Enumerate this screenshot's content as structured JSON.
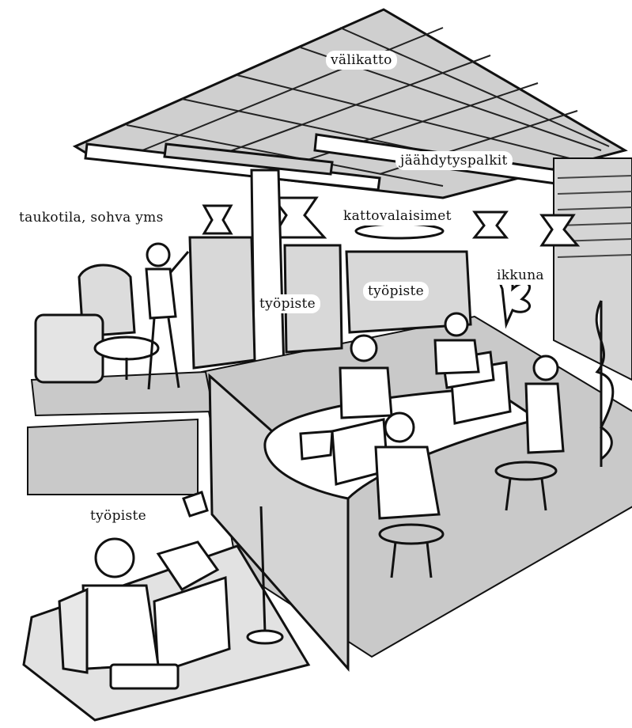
{
  "labels": {
    "suspended_ceiling": "välikatto",
    "cooling_beams": "jäähdytyspalkit",
    "break_room": "taukotila, sohva yms",
    "ceiling_lights": "kattovalaisimet",
    "window": "ikkuna",
    "workstation_center": "työpiste",
    "workstation_right": "työpiste",
    "workstation_front": "työpiste"
  },
  "colors": {
    "ink": "#111111",
    "shade": "#c9c9c9",
    "paper": "#ffffff"
  }
}
